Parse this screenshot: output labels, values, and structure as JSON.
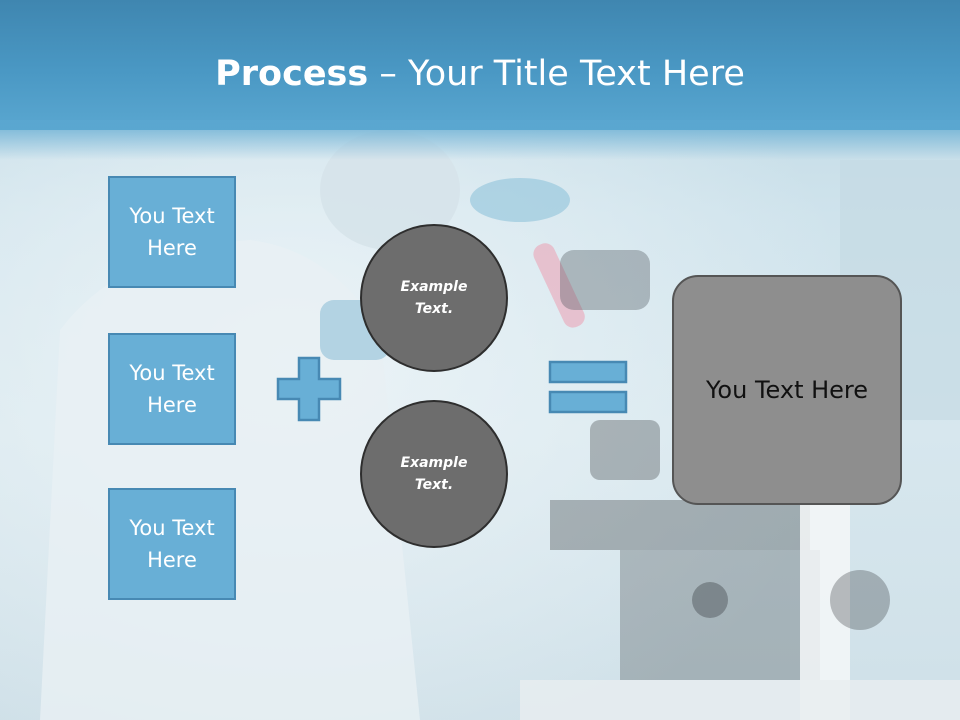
{
  "slide": {
    "title_bold": "Process",
    "title_rest": " – Your Title Text Here",
    "left_boxes": [
      {
        "label": "You Text Here"
      },
      {
        "label": "You Text Here"
      },
      {
        "label": "You Text Here"
      }
    ],
    "circles": [
      {
        "label": "Example Text."
      },
      {
        "label": "Example Text."
      }
    ],
    "result_box": {
      "label": "You Text Here"
    }
  },
  "colors": {
    "title_bar": "#4a98c4",
    "box_fill": "#68afd6",
    "box_border": "#4789b3",
    "circle_fill": "#6d6d6d",
    "result_fill": "#8e8e8e"
  },
  "icons": {
    "plus": "plus-icon",
    "equals": "equals-icon"
  }
}
